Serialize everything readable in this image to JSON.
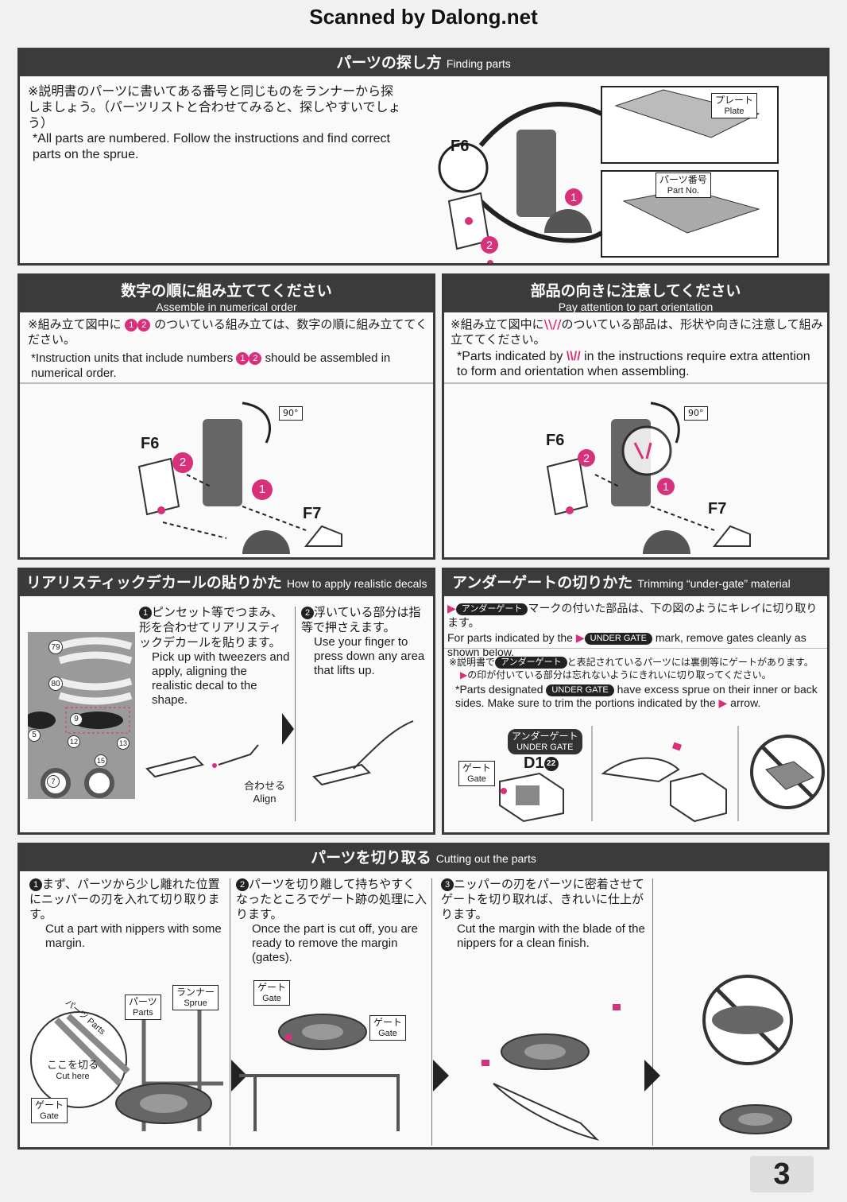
{
  "watermark": "Scanned by Dalong.net",
  "page_number": "3",
  "finding": {
    "title_jp": "パーツの探し方",
    "title_en": "Finding parts",
    "body_jp": "※説明書のパーツに書いてある番号と同じものをランナーから探しましょう。（パーツリストと合わせてみると、探しやすいでしょう）",
    "body_en": "*All parts are numbered. Follow the instructions and find correct parts on the sprue.",
    "plate_jp": "プレート",
    "plate_en": "Plate",
    "partno_jp": "パーツ番号",
    "partno_en": "Part No.",
    "part_label": "F6",
    "step1": "1",
    "step2": "2"
  },
  "assemble": {
    "title_jp": "数字の順に組み立ててください",
    "title_en": "Assemble in numerical order",
    "body_jp_a": "※組み立て図中に",
    "body_jp_b": "のついている組み立ては、数字の順に組み立ててください。",
    "body_en_a": "*Instruction units that include numbers",
    "body_en_b": "should be assembled in numerical order.",
    "part_a": "F6",
    "part_b": "F7",
    "angle": "90°"
  },
  "orientation": {
    "title_jp": "部品の向きに注意してください",
    "title_en": "Pay attention to part orientation",
    "body_jp_a": "※組み立て図中に",
    "body_jp_b": "のついている部品は、形状や向きに注意して組み立ててください。",
    "body_en_a": "*Parts indicated by",
    "body_en_b": "in the instructions require extra attention to form and orientation when assembling.",
    "part_a": "F6",
    "part_b": "F7",
    "angle": "90°"
  },
  "decals": {
    "title_jp": "リアリスティックデカールの貼りかた",
    "title_en": "How to apply realistic decals",
    "step1_jp": "ピンセット等でつまみ、形を合わせてリアリスティックデカールを貼ります。",
    "step1_en": "Pick up with tweezers and apply, aligning the realistic decal to the shape.",
    "step2_jp": "浮いている部分は指等で押さえます。",
    "step2_en": "Use your finger to press down any area that lifts up.",
    "align_jp": "合わせる",
    "align_en": "Align",
    "decal_numbers": [
      "79",
      "80",
      "9",
      "5",
      "12",
      "13",
      "15",
      "7"
    ]
  },
  "undergate": {
    "title_jp": "アンダーゲートの切りかた",
    "title_en": "Trimming “under-gate” material",
    "badge_jp": "アンダーゲート",
    "badge_en": "UNDER GATE",
    "line1_jp": "マークの付いた部品は、下の図のようにキレイに切り取ります。",
    "line2_en_a": "For parts indicated by the",
    "line2_en_b": "mark, remove gates cleanly as shown below.",
    "note_jp_a": "※説明書で",
    "note_jp_b": "と表記されているパーツには裏側等にゲートがあります。",
    "note_jp_c": "の印が付いている部分は忘れないようにきれいに切り取ってください。",
    "note_en_a": "*Parts designated",
    "note_en_b": "have excess sprue on their inner or back sides. Make sure to trim the portions indicated by the",
    "note_en_c": "arrow.",
    "gate_jp": "ゲート",
    "gate_en": "Gate",
    "part_label": "D1",
    "part_number": "22"
  },
  "cutting": {
    "title_jp": "パーツを切り取る",
    "title_en": "Cutting out the parts",
    "step1_jp": "まず、パーツから少し離れた位置にニッパーの刃を入れて切り取ります。",
    "step1_en": "Cut a part with nippers with some margin.",
    "step2_jp": "パーツを切り離して持ちやすくなったところでゲート跡の処理に入ります。",
    "step2_en": "Once the part is cut off, you are ready to remove the margin (gates).",
    "step3_jp": "ニッパーの刃をパーツに密着させてゲートを切り取れば、きれいに仕上がります。",
    "step3_en": "Cut the margin with the blade of the nippers for a clean finish.",
    "parts_jp": "パーツ",
    "parts_en": "Parts",
    "sprue_jp": "ランナー",
    "sprue_en": "Sprue",
    "cut_jp": "ここを切る",
    "cut_en": "Cut here",
    "gate_jp": "ゲート",
    "gate_en": "Gate",
    "circle_label": "パーツ Parts"
  }
}
